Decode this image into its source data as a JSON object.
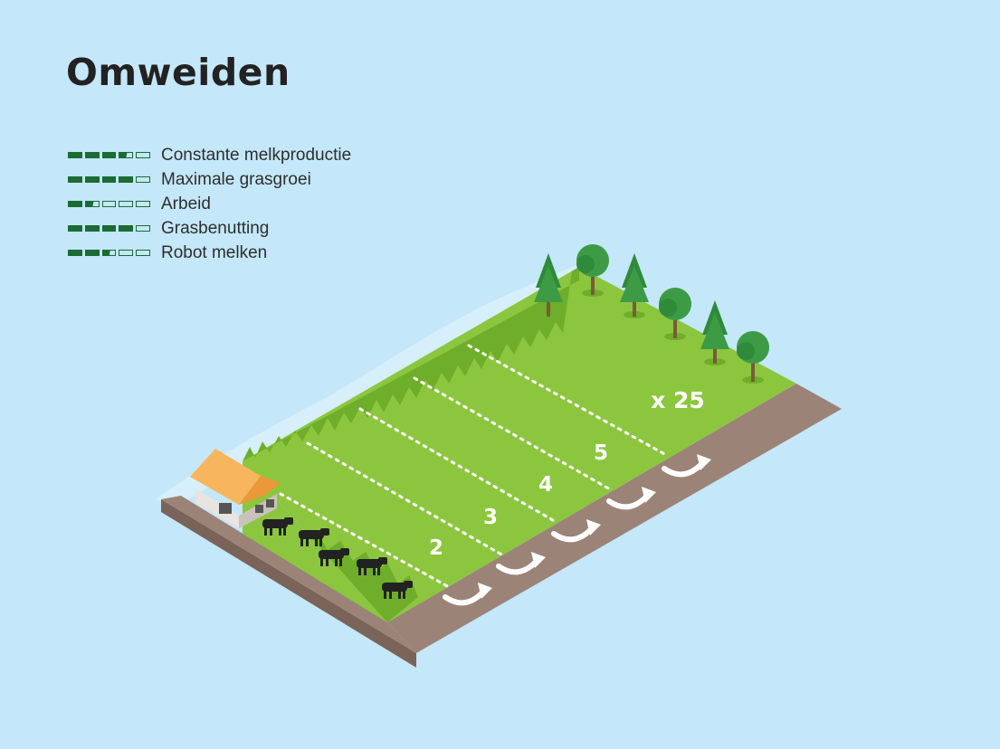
{
  "title": "Omweiden",
  "legend": [
    {
      "label": "Constante melkproductie",
      "rating": 3.5
    },
    {
      "label": "Maximale grasgroei",
      "rating": 4
    },
    {
      "label": "Arbeid",
      "rating": 1.5
    },
    {
      "label": "Grasbenutting",
      "rating": 4
    },
    {
      "label": "Robot melken",
      "rating": 2.5
    }
  ],
  "rating_max": 5,
  "colors": {
    "background": "#c4e7f9",
    "grass": "#8cc63f",
    "path": "#9b8377",
    "rating": "#1b6b35"
  },
  "lanes": {
    "labels": [
      "2",
      "3",
      "4",
      "5"
    ],
    "repeat": "x 25"
  }
}
